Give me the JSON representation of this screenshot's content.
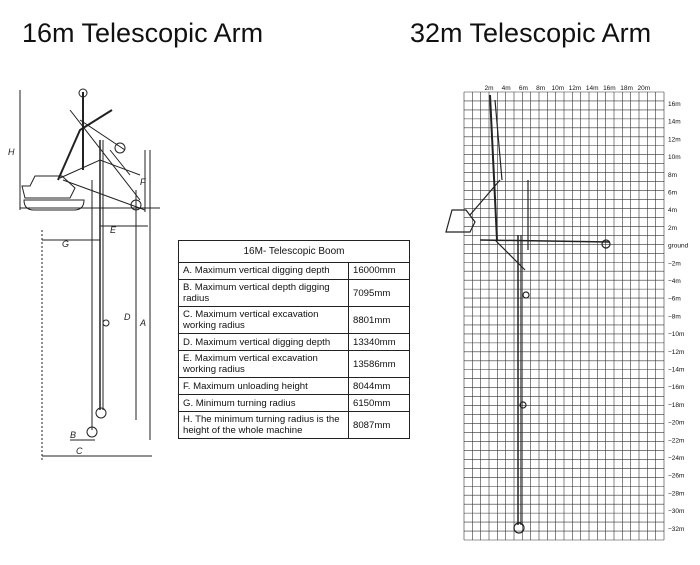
{
  "titles": {
    "left": "16m Telescopic Arm",
    "right": "32m Telescopic Arm"
  },
  "table": {
    "header": "16M- Telescopic Boom",
    "rows": [
      {
        "label": "A. Maximum vertical digging depth",
        "value": "16000mm"
      },
      {
        "label": "B. Maximum vertical depth digging radius",
        "value": "7095mm"
      },
      {
        "label": "C. Maximum vertical excavation working radius",
        "value": "8801mm"
      },
      {
        "label": "D. Maximum vertical digging depth",
        "value": "13340mm"
      },
      {
        "label": "E. Maximum vertical excavation working radius",
        "value": "13586mm"
      },
      {
        "label": "F. Maximum unloading height",
        "value": "8044mm"
      },
      {
        "label": "G. Minimum turning radius",
        "value": "6150mm"
      },
      {
        "label": "H. The minimum turning radius is the height of the whole machine",
        "value": "8087mm"
      }
    ]
  },
  "left_diagram": {
    "dimension_labels": [
      "H",
      "F",
      "E",
      "G",
      "D",
      "A",
      "B",
      "C"
    ]
  },
  "right_chart": {
    "top_ticks": [
      "2m",
      "4m",
      "6m",
      "8m",
      "10m",
      "12m",
      "14m",
      "16m",
      "18m",
      "20m"
    ],
    "right_ticks": [
      "16m",
      "14m",
      "12m",
      "10m",
      "8m",
      "6m",
      "4m",
      "2m",
      "ground",
      "−2m",
      "−4m",
      "−6m",
      "−8m",
      "−10m",
      "−12m",
      "−14m",
      "−16m",
      "−18m",
      "−20m",
      "−22m",
      "−24m",
      "−26m",
      "−28m",
      "−30m",
      "−32m"
    ]
  },
  "colors": {
    "line": "#222222",
    "grid": "#333333",
    "background": "#ffffff"
  }
}
